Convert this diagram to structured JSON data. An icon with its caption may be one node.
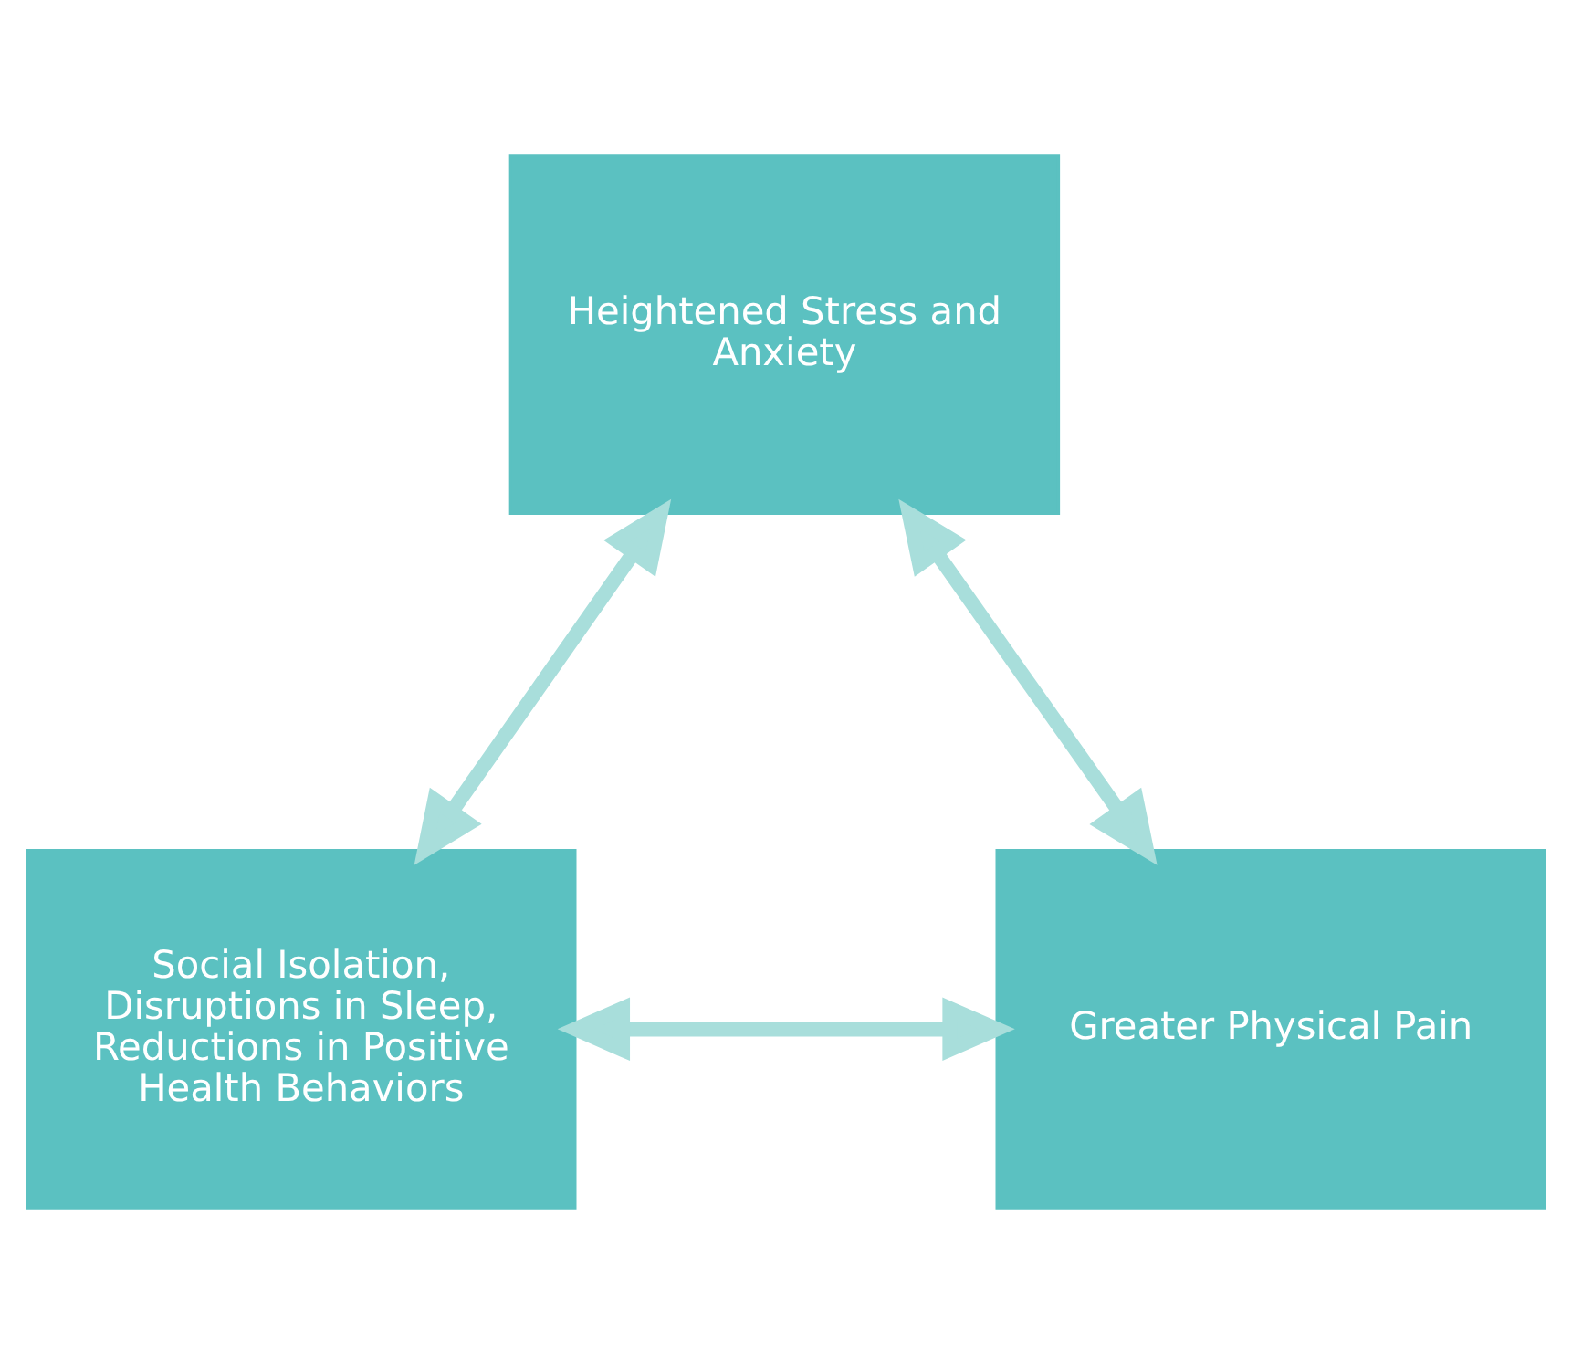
{
  "diagram": {
    "nodes": [
      {
        "text": [
          "Heightened Stress and Anxiety"
        ]
      },
      {
        "text": [
          "Social Isolation, Disruptions in Sleep, Reductions in Positive Health Behaviors"
        ]
      },
      {
        "text": [
          "Greater Physical Pain"
        ]
      }
    ],
    "edges": [
      {
        "from": 0,
        "to": 1,
        "arrow": "both"
      },
      {
        "from": 0,
        "to": 2,
        "arrow": "both"
      },
      {
        "from": 1,
        "to": 2,
        "arrow": "both"
      }
    ]
  }
}
